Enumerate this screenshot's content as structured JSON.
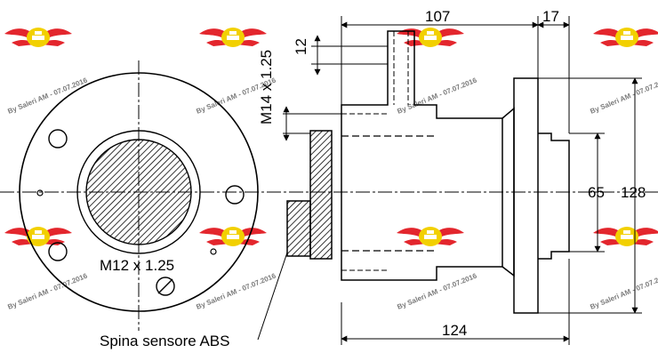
{
  "dimensions": {
    "top_width": "107",
    "top_flange": "17",
    "thread_pitch": "12",
    "thread_spec": "M14 x 1.25",
    "inner_dia": "65",
    "outer_dia": "128",
    "bottom_length": "124",
    "stud_thread": "M12 x 1.25"
  },
  "labels": {
    "abs_sensor": "Spina sensore ABS"
  },
  "watermark": {
    "text": "By Saleri AM - 07.07.2016",
    "colors": {
      "wing": "#e3262d",
      "badge": "#f2d000"
    }
  },
  "icons": [
    "saleri-logo-icon"
  ]
}
